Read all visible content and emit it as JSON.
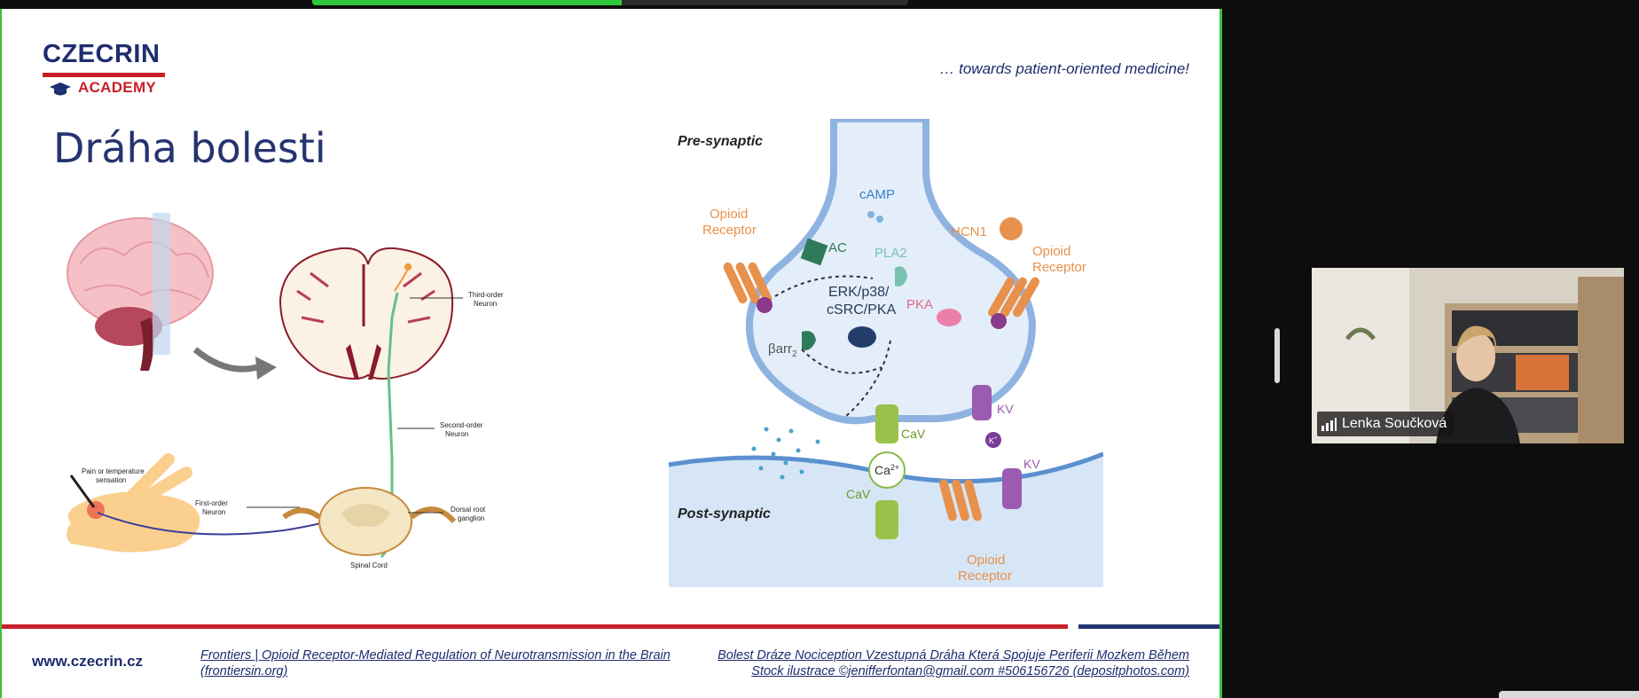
{
  "meeting": {
    "progress_fraction": 0.52,
    "participant_name": "Lenka Součková"
  },
  "slide": {
    "logo_top": "CZECRIN",
    "logo_bottom": "ACADEMY",
    "tagline": "… towards patient-oriented medicine!",
    "title": "Dráha bolesti",
    "footer_site": "www.czecrin.cz",
    "ref_left_line1": "Frontiers | Opioid Receptor-Mediated Regulation of Neurotransmission in the Brain",
    "ref_left_line2": "(frontiersin.org)",
    "ref_right_line1": "Bolest Dráze Nociception Vzestupná Dráha Která Spojuje Periferii Mozkem Během",
    "ref_right_line2": "Stock ilustrace ©jenifferfontan@gmail.com #506156726 (depositphotos.com)"
  },
  "figure_left": {
    "third_order": [
      "Third-order",
      "Neuron"
    ],
    "second_order": [
      "Second-order",
      "Neuron"
    ],
    "first_order": [
      "First-order",
      "Neuron"
    ],
    "dorsal_root": [
      "Dorsal root",
      "ganglion"
    ],
    "stimulus": [
      "Pain or temperature",
      "sensation"
    ],
    "spinal_cord": "Spinal Cord"
  },
  "figure_right": {
    "pre": "Pre-synaptic",
    "post": "Post-synaptic",
    "camp": "cAMP",
    "hcn1": "HCN1",
    "ac": "AC",
    "pla2": "PLA2",
    "erk1": "ERK/p38/",
    "erk2": "cSRC/PKA",
    "pka": "PKA",
    "barr": "βarr",
    "barr_sub": "2",
    "opioid_left": [
      "Opioid",
      "Receptor"
    ],
    "opioid_right": [
      "Opioid",
      "Receptor"
    ],
    "opioid_bottom": [
      "Opioid",
      "Receptor"
    ],
    "kv1": "KV",
    "kv2": "KV",
    "cav1": "CaV",
    "cav2": "CaV",
    "ca": "Ca",
    "ca_sup": "2+",
    "k": "K",
    "k_sup": "+"
  },
  "colors": {
    "navy": "#1e2d6e",
    "red": "#c8202a",
    "frame_green": "#3cc23a",
    "progress_green": "#2ec83a"
  }
}
